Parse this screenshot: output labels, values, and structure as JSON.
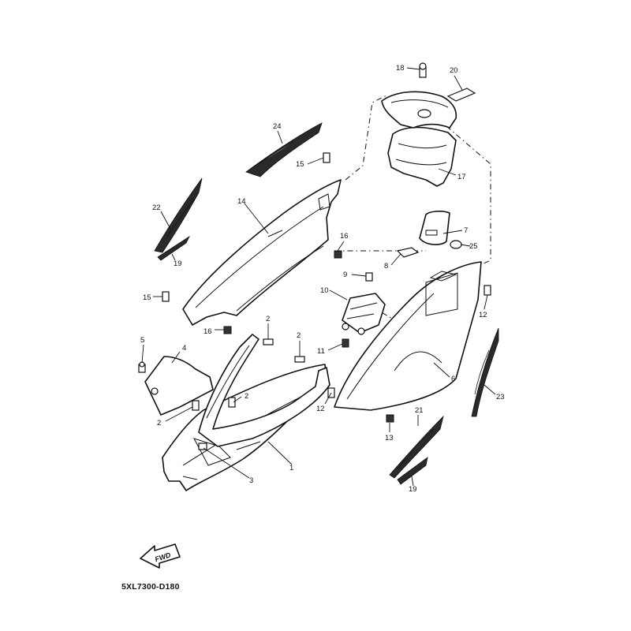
{
  "diagram_code": "5XL7300-D180",
  "fwd_label": "FWD",
  "callouts": {
    "c1": "1",
    "c2a": "2",
    "c2b": "2",
    "c2c": "2",
    "c2d": "2",
    "c3": "3",
    "c4": "4",
    "c5": "5",
    "c6": "6",
    "c7": "7",
    "c8": "8",
    "c9": "9",
    "c10": "10",
    "c11": "11",
    "c12a": "12",
    "c12b": "12",
    "c13": "13",
    "c14": "14",
    "c15a": "15",
    "c15b": "15",
    "c16a": "16",
    "c16b": "16",
    "c17": "17",
    "c18": "18",
    "c19a": "19",
    "c19b": "19",
    "c20": "20",
    "c21": "21",
    "c22": "22",
    "c23": "23",
    "c24": "24",
    "c25": "25"
  }
}
